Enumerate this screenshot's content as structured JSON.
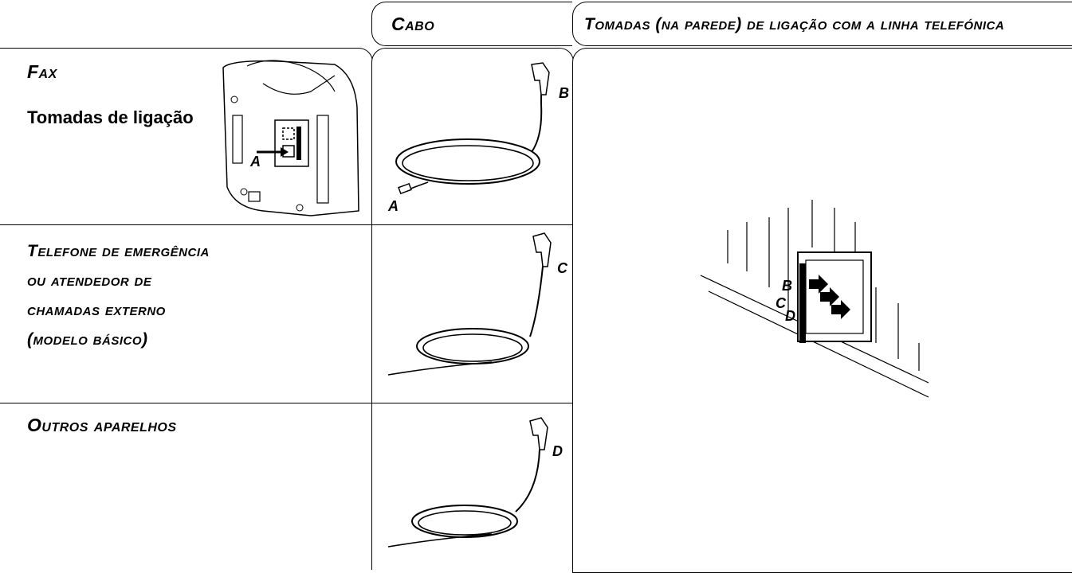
{
  "headers": {
    "cabo": "Cabo",
    "tomadas": "Tomadas (na parede) de ligação com a linha telefónica"
  },
  "rows": {
    "fax": {
      "title": "Fax",
      "subtitle": "Tomadas de ligação",
      "callout": "A"
    },
    "emergencia": {
      "line1": "Telefone de emergência",
      "line2": "ou atendedor de",
      "line3": "chamadas externo",
      "line4": "(modelo básico)"
    },
    "outros": {
      "title": "Outros aparelhos"
    }
  },
  "cables": {
    "fax_plug": "B",
    "fax_end": "A",
    "emergencia_plug": "C",
    "outros_plug": "D"
  },
  "wall_labels": {
    "b": "B",
    "c": "C",
    "d": "D"
  }
}
